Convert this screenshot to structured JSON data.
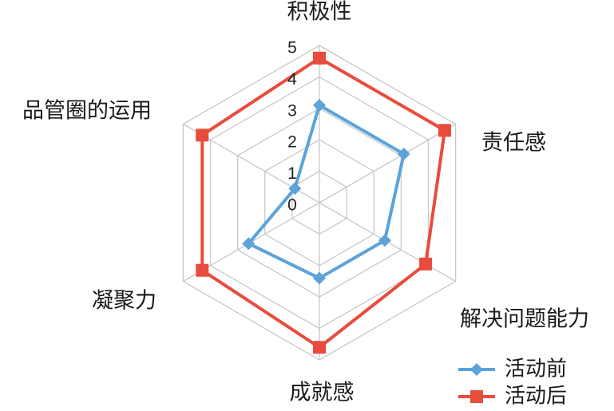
{
  "chart_data": {
    "type": "radar",
    "categories": [
      "积极性",
      "责任感",
      "解决问题能力",
      "成就感",
      "凝聚力",
      "品管圈的运用"
    ],
    "rlim": [
      0,
      5
    ],
    "ticks": [
      "0",
      "1",
      "2",
      "3",
      "4",
      "5"
    ],
    "series": [
      {
        "name": "活动前",
        "values": [
          3.1,
          3.1,
          2.4,
          2.4,
          2.6,
          0.9
        ],
        "color": "#5BA3D9",
        "marker": "diamond"
      },
      {
        "name": "活动后",
        "values": [
          4.6,
          4.6,
          3.9,
          4.6,
          4.3,
          4.3
        ],
        "color": "#E84C3D",
        "marker": "square"
      }
    ],
    "legend": "bottom-right",
    "grid": true
  }
}
